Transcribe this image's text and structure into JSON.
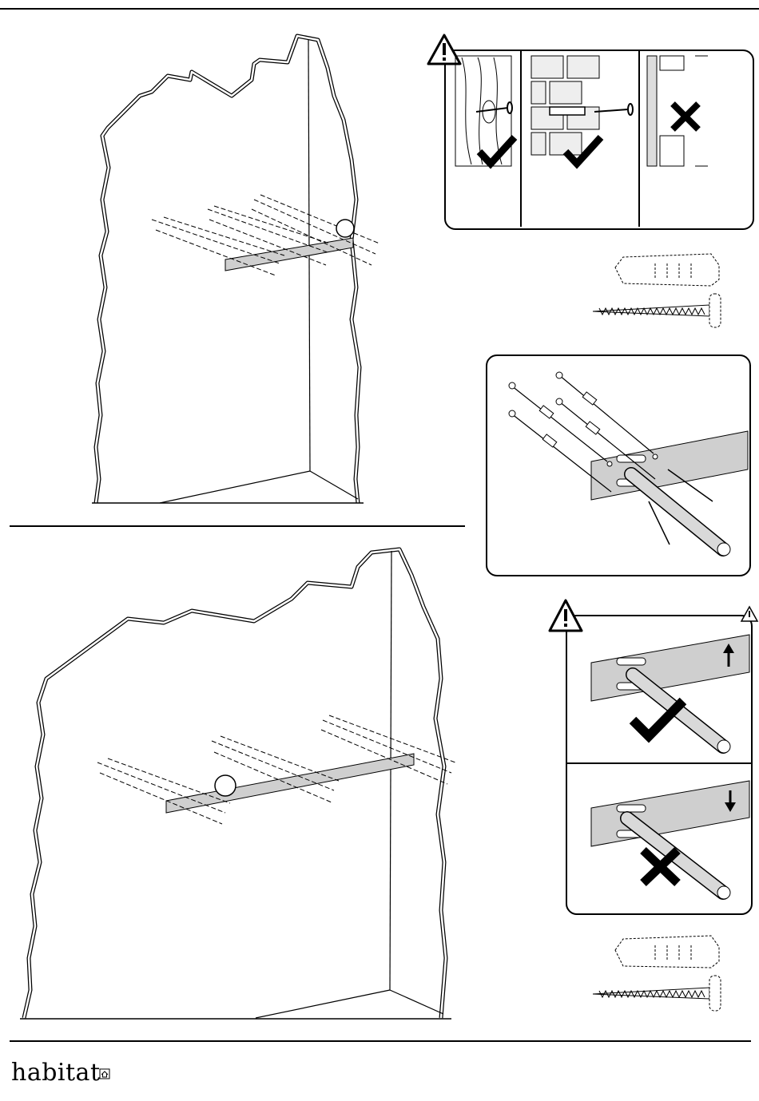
{
  "document": {
    "type": "assembly-instructions",
    "brand": "habitat",
    "colors": {
      "ink": "#000000",
      "bracket_fill": "#cfcfcf",
      "paper": "#ffffff"
    }
  },
  "steps": [
    {
      "section": "top",
      "content": "wall-mounting-rail-short",
      "callout": "circle-marker"
    },
    {
      "section": "bottom",
      "content": "wall-mounting-rail-long",
      "callout": "circle-marker"
    }
  ],
  "notices": [
    {
      "panel": "wall-type-warning",
      "icons": [
        "warning-icon",
        "check-icon",
        "check-icon",
        "cross-icon"
      ]
    },
    {
      "panel": "hardware-detail",
      "icons": []
    },
    {
      "panel": "orientation-warning",
      "icons": [
        "warning-icon",
        "arrow-up-icon",
        "check-icon",
        "arrow-down-icon",
        "cross-icon"
      ]
    }
  ],
  "hardware": [
    "wall-plug-icon",
    "screw-icon"
  ]
}
